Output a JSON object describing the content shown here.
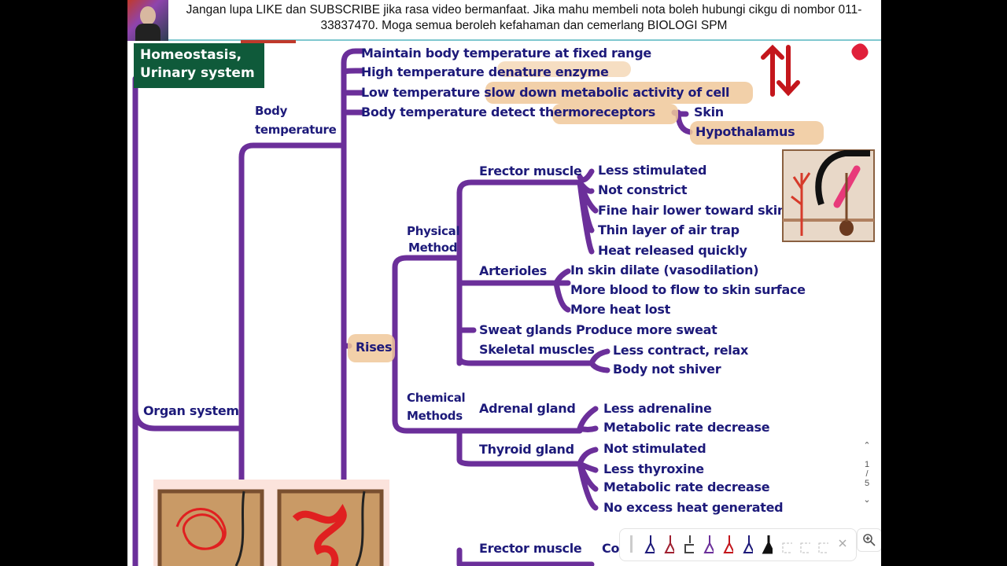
{
  "banner": {
    "text": "Jangan lupa LIKE dan SUBSCRIBE jika rasa video bermanfaat. Jika mahu membeli nota boleh hubungi cikgu di nombor 011-33837470. Moga semua beroleh kefahaman dan cemerlang BIOLOGI SPM"
  },
  "title": {
    "line1": "Homeostasis,",
    "line2": "Urinary system"
  },
  "nodes": {
    "organ_system": "Organ system",
    "body_temperature_1": "Body",
    "body_temperature_2": "temperature",
    "maintain": "Maintain body temperature at fixed range",
    "high": "High temperature denature enzyme",
    "low": "Low temperature slow down metabolic activity of cell",
    "detect": "Body temperature detect thermoreceptors",
    "skin": "Skin",
    "hypothalamus": "Hypothalamus",
    "rises": "Rises",
    "physical_1": "Physical",
    "physical_2": "Method",
    "chemical_1": "Chemical",
    "chemical_2": "Methods",
    "erector": "Erector muscle",
    "erector_items": [
      "Less stimulated",
      "Not constrict",
      "Fine hair lower toward skin",
      "Thin layer of air trap",
      "Heat released quickly"
    ],
    "arterioles": "Arterioles",
    "arterioles_items": [
      "In skin dilate (vasodilation)",
      "More blood to flow to skin surface",
      "More heat lost"
    ],
    "sweat": "Sweat glands Produce more sweat",
    "skeletal": "Skeletal muscles",
    "skeletal_items": [
      "Less contract, relax",
      "Body not shiver"
    ],
    "adrenal": "Adrenal gland",
    "adrenal_items": [
      "Less adrenaline",
      "Metabolic rate decrease"
    ],
    "thyroid": "Thyroid gland",
    "thyroid_items": [
      "Not stimulated",
      "Less thyroxine",
      "Metabolic rate decrease",
      "No excess heat generated"
    ],
    "erector_bottom": "Erector muscle",
    "erector_bottom_item": "Co"
  },
  "pager": {
    "page": "1",
    "total": "5"
  },
  "colors": {
    "ink": "#1d1a7a",
    "branch": "#6b2f9a",
    "highlight": "#f0c89a",
    "title_bg": "#0f5a3a"
  },
  "icons": [
    "zoom-in-icon",
    "chevron-up-icon",
    "chevron-down-icon",
    "pen-tool-icon",
    "close-icon"
  ]
}
